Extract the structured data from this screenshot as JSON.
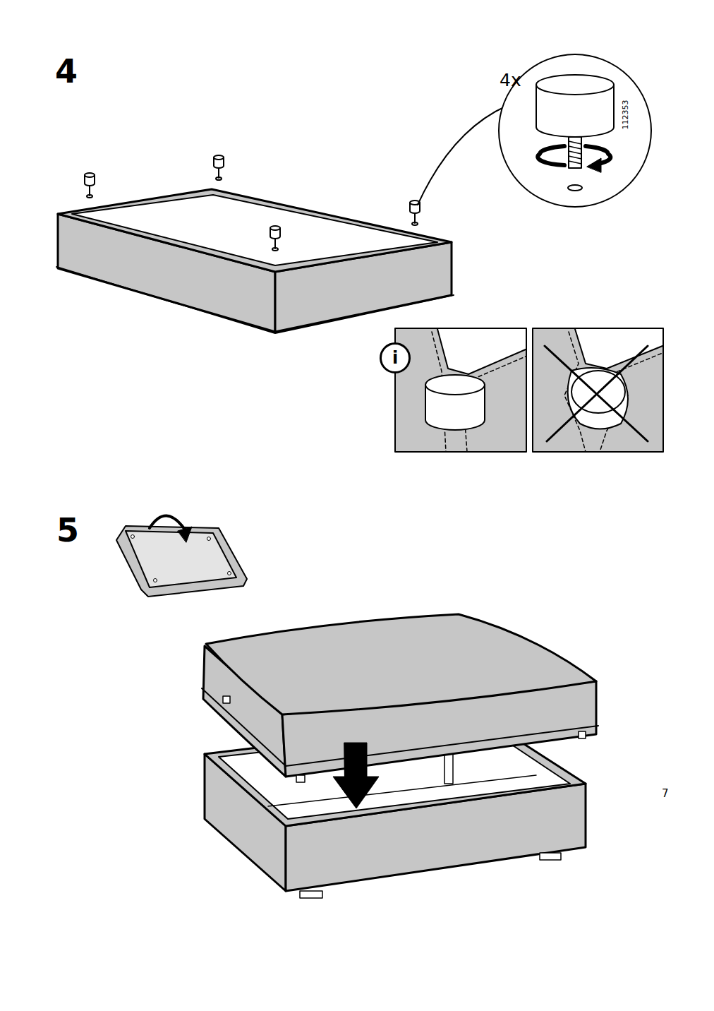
{
  "diagram": {
    "nodes": [
      {
        "text": [
          "i"
        ]
      }
    ],
    "labels": [
      "4",
      "4x",
      "112353",
      "5",
      "7"
    ]
  }
}
